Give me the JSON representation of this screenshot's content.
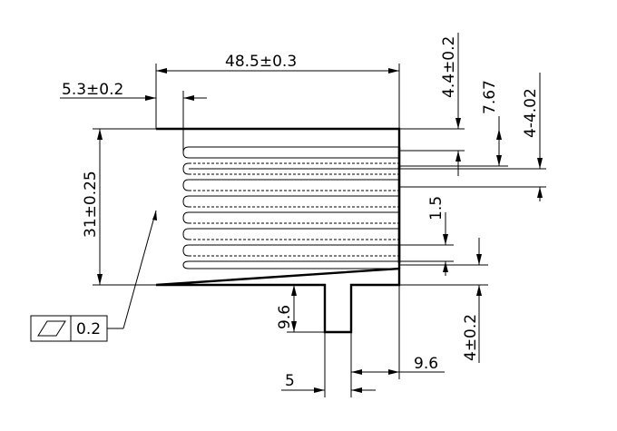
{
  "drawing": {
    "dimensions": {
      "overall_width": "48.5±0.3",
      "left_margin": "5.3±0.2",
      "overall_height": "31±0.25",
      "top_offset": "4.4±0.2",
      "first_pitch": "7.67",
      "slot_spacing": "4-4.02",
      "slot_gap": "1.5",
      "tab_height": "9.6",
      "tab_width": "5",
      "tab_right_offset": "9.6",
      "bottom_offset": "4±0.2"
    },
    "flatness_tolerance": {
      "symbol": "flatness-parallelogram",
      "value": "0.2"
    }
  }
}
